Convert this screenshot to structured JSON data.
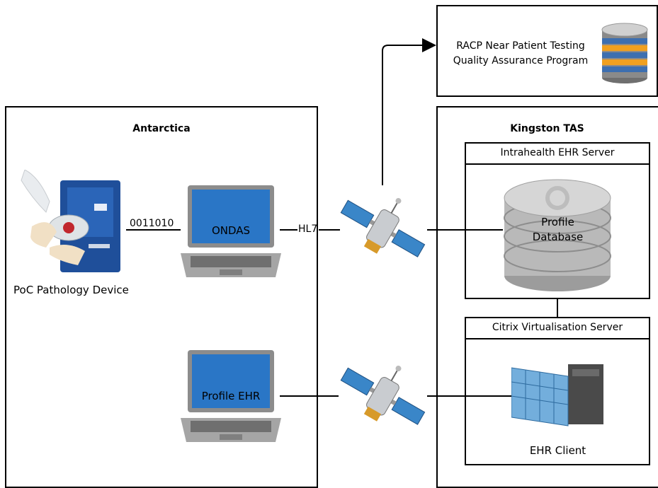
{
  "boxes": {
    "antarctica": {
      "title": "Antarctica"
    },
    "kingston": {
      "title": "Kingston TAS"
    },
    "racp": {
      "line1": "RACP Near Patient Testing",
      "line2": "Quality Assurance Program"
    },
    "intrahealth": {
      "title": "Intrahealth EHR Server"
    },
    "citrix": {
      "title": "Citrix Virtualisation Server"
    }
  },
  "nodes": {
    "poc_device": {
      "label": "PoC Pathology Device"
    },
    "ondas_laptop": {
      "label": "ONDAS"
    },
    "profile_ehr_laptop": {
      "label": "Profile EHR"
    },
    "profile_db": {
      "line1": "Profile",
      "line2": "Database"
    },
    "ehr_client": {
      "label": "EHR Client"
    }
  },
  "links": {
    "device_to_ondas": "0011010",
    "ondas_to_satellite": "HL7"
  },
  "colors": {
    "laptop_screen": "#2a76c6",
    "laptop_body": "#8c8c8c",
    "db_gray": "#b9b9b9",
    "db_stack_blue": "#3d6fb0",
    "db_stack_orange": "#f0a020",
    "satellite_panel": "#3a86c8",
    "device_blue": "#1f4f9a"
  }
}
